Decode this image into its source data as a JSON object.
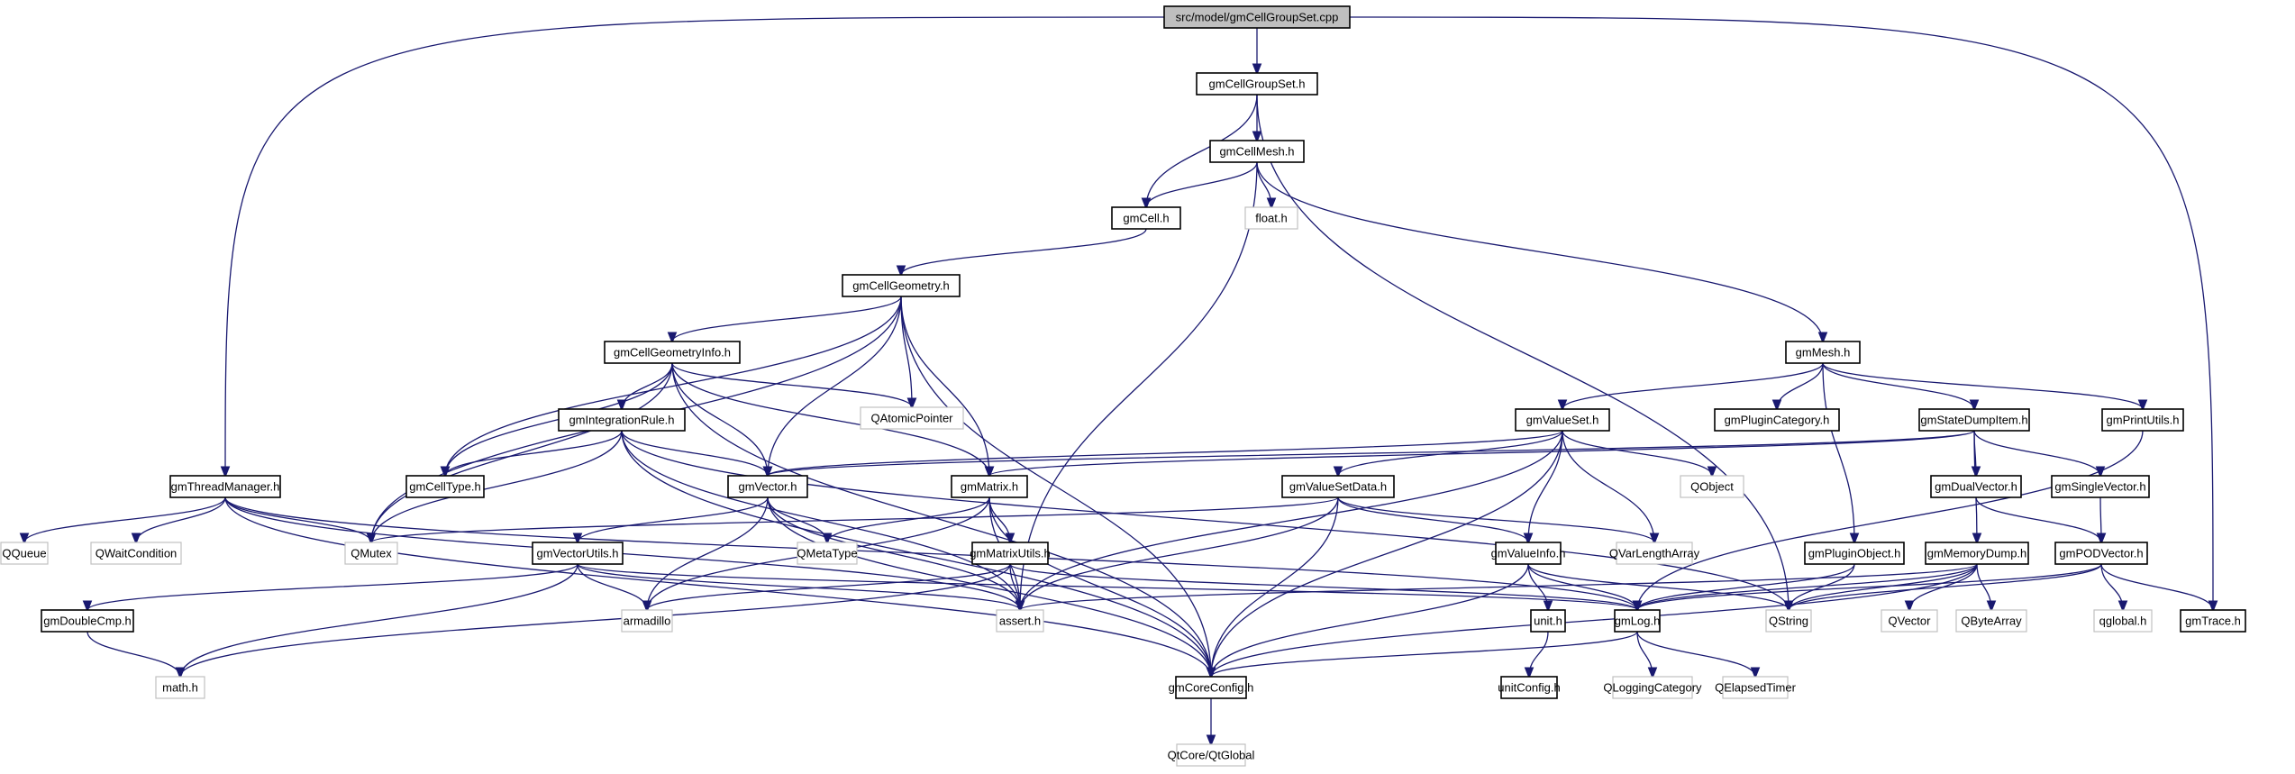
{
  "graph": {
    "title": "src/model/gmCellGroupSet.cpp",
    "colors": {
      "edge": "#191970",
      "root_fill": "#bfbfbf",
      "node_border": "#000000",
      "external_border": "#c0c0c0"
    },
    "nodes": [
      {
        "id": "root",
        "label": "src/model/gmCellGroupSet.cpp",
        "kind": "root"
      },
      {
        "id": "cellgroupset",
        "label": "gmCellGroupSet.h",
        "kind": "internal"
      },
      {
        "id": "cellmesh",
        "label": "gmCellMesh.h",
        "kind": "internal"
      },
      {
        "id": "cell",
        "label": "gmCell.h",
        "kind": "internal"
      },
      {
        "id": "float",
        "label": "float.h",
        "kind": "external"
      },
      {
        "id": "cellgeometry",
        "label": "gmCellGeometry.h",
        "kind": "internal"
      },
      {
        "id": "cellgeometryinfo",
        "label": "gmCellGeometryInfo.h",
        "kind": "internal"
      },
      {
        "id": "qatomicpointer",
        "label": "QAtomicPointer",
        "kind": "external"
      },
      {
        "id": "integrationrule",
        "label": "gmIntegrationRule.h",
        "kind": "internal"
      },
      {
        "id": "mesh",
        "label": "gmMesh.h",
        "kind": "internal"
      },
      {
        "id": "valueset",
        "label": "gmValueSet.h",
        "kind": "internal"
      },
      {
        "id": "plugincategory",
        "label": "gmPluginCategory.h",
        "kind": "internal"
      },
      {
        "id": "statedumpitem",
        "label": "gmStateDumpItem.h",
        "kind": "internal"
      },
      {
        "id": "printutils",
        "label": "gmPrintUtils.h",
        "kind": "internal"
      },
      {
        "id": "threadmanager",
        "label": "gmThreadManager.h",
        "kind": "internal"
      },
      {
        "id": "celltype",
        "label": "gmCellType.h",
        "kind": "internal"
      },
      {
        "id": "vector",
        "label": "gmVector.h",
        "kind": "internal"
      },
      {
        "id": "matrix",
        "label": "gmMatrix.h",
        "kind": "internal"
      },
      {
        "id": "valuesetdata",
        "label": "gmValueSetData.h",
        "kind": "internal"
      },
      {
        "id": "qobject",
        "label": "QObject",
        "kind": "external"
      },
      {
        "id": "dualvector",
        "label": "gmDualVector.h",
        "kind": "internal"
      },
      {
        "id": "singlevector",
        "label": "gmSingleVector.h",
        "kind": "internal"
      },
      {
        "id": "qqueue",
        "label": "QQueue",
        "kind": "external"
      },
      {
        "id": "qwaitcondition",
        "label": "QWaitCondition",
        "kind": "external"
      },
      {
        "id": "qmutex",
        "label": "QMutex",
        "kind": "external"
      },
      {
        "id": "vectorutils",
        "label": "gmVectorUtils.h",
        "kind": "internal"
      },
      {
        "id": "qmetatype",
        "label": "QMetaType",
        "kind": "external"
      },
      {
        "id": "matrixutils",
        "label": "gmMatrixUtils.h",
        "kind": "internal"
      },
      {
        "id": "valueinfo",
        "label": "gmValueInfo.h",
        "kind": "internal"
      },
      {
        "id": "qvarlengtharray",
        "label": "QVarLengthArray",
        "kind": "external"
      },
      {
        "id": "pluginobject",
        "label": "gmPluginObject.h",
        "kind": "internal"
      },
      {
        "id": "memorydump",
        "label": "gmMemoryDump.h",
        "kind": "internal"
      },
      {
        "id": "podvector",
        "label": "gmPODVector.h",
        "kind": "internal"
      },
      {
        "id": "doublecmp",
        "label": "gmDoubleCmp.h",
        "kind": "internal"
      },
      {
        "id": "armadillo",
        "label": "armadillo",
        "kind": "external"
      },
      {
        "id": "assert",
        "label": "assert.h",
        "kind": "external"
      },
      {
        "id": "unit",
        "label": "unit.h",
        "kind": "internal"
      },
      {
        "id": "log",
        "label": "gmLog.h",
        "kind": "internal"
      },
      {
        "id": "qstring",
        "label": "QString",
        "kind": "external"
      },
      {
        "id": "qvector",
        "label": "QVector",
        "kind": "external"
      },
      {
        "id": "qbytearray",
        "label": "QByteArray",
        "kind": "external"
      },
      {
        "id": "qglobal",
        "label": "qglobal.h",
        "kind": "external"
      },
      {
        "id": "trace",
        "label": "gmTrace.h",
        "kind": "internal"
      },
      {
        "id": "math",
        "label": "math.h",
        "kind": "external"
      },
      {
        "id": "coreconfig",
        "label": "gmCoreConfig.h",
        "kind": "internal"
      },
      {
        "id": "unitconfig",
        "label": "unitConfig.h",
        "kind": "internal"
      },
      {
        "id": "qloggingcategory",
        "label": "QLoggingCategory",
        "kind": "external"
      },
      {
        "id": "qelapsedtimer",
        "label": "QElapsedTimer",
        "kind": "external"
      },
      {
        "id": "qtglobal",
        "label": "QtCore/QtGlobal",
        "kind": "external"
      }
    ],
    "edges": [
      [
        "root",
        "cellgroupset"
      ],
      [
        "root",
        "threadmanager"
      ],
      [
        "root",
        "trace"
      ],
      [
        "cellgroupset",
        "cellmesh"
      ],
      [
        "cellgroupset",
        "cell"
      ],
      [
        "cellgroupset",
        "qstring"
      ],
      [
        "cellmesh",
        "cell"
      ],
      [
        "cellmesh",
        "float"
      ],
      [
        "cellmesh",
        "assert"
      ],
      [
        "cellmesh",
        "mesh"
      ],
      [
        "cell",
        "cellgeometry"
      ],
      [
        "cellgeometry",
        "cellgeometryinfo"
      ],
      [
        "cellgeometry",
        "qatomicpointer"
      ],
      [
        "cellgeometry",
        "celltype"
      ],
      [
        "cellgeometry",
        "qmutex"
      ],
      [
        "cellgeometry",
        "vector"
      ],
      [
        "cellgeometry",
        "matrix"
      ],
      [
        "cellgeometry",
        "coreconfig"
      ],
      [
        "cellgeometryinfo",
        "integrationrule"
      ],
      [
        "cellgeometryinfo",
        "qatomicpointer"
      ],
      [
        "cellgeometryinfo",
        "celltype"
      ],
      [
        "cellgeometryinfo",
        "vector"
      ],
      [
        "cellgeometryinfo",
        "matrix"
      ],
      [
        "cellgeometryinfo",
        "qmutex"
      ],
      [
        "cellgeometryinfo",
        "coreconfig"
      ],
      [
        "integrationrule",
        "celltype"
      ],
      [
        "integrationrule",
        "vector"
      ],
      [
        "integrationrule",
        "qmutex"
      ],
      [
        "integrationrule",
        "assert"
      ],
      [
        "integrationrule",
        "qstring"
      ],
      [
        "integrationrule",
        "coreconfig"
      ],
      [
        "mesh",
        "valueset"
      ],
      [
        "mesh",
        "plugincategory"
      ],
      [
        "mesh",
        "statedumpitem"
      ],
      [
        "mesh",
        "printutils"
      ],
      [
        "mesh",
        "pluginobject"
      ],
      [
        "valueset",
        "valuesetdata"
      ],
      [
        "valueset",
        "qobject"
      ],
      [
        "valueset",
        "valueinfo"
      ],
      [
        "valueset",
        "qvarlengtharray"
      ],
      [
        "valueset",
        "vector"
      ],
      [
        "valueset",
        "assert"
      ],
      [
        "valueset",
        "coreconfig"
      ],
      [
        "statedumpitem",
        "dualvector"
      ],
      [
        "statedumpitem",
        "singlevector"
      ],
      [
        "statedumpitem",
        "memorydump"
      ],
      [
        "statedumpitem",
        "vector"
      ],
      [
        "statedumpitem",
        "matrix"
      ],
      [
        "printutils",
        "log"
      ],
      [
        "threadmanager",
        "qqueue"
      ],
      [
        "threadmanager",
        "qwaitcondition"
      ],
      [
        "threadmanager",
        "qmutex"
      ],
      [
        "threadmanager",
        "log"
      ],
      [
        "threadmanager",
        "assert"
      ],
      [
        "threadmanager",
        "coreconfig"
      ],
      [
        "vector",
        "vectorutils"
      ],
      [
        "vector",
        "qmetatype"
      ],
      [
        "vector",
        "assert"
      ],
      [
        "vector",
        "armadillo"
      ],
      [
        "vector",
        "coreconfig"
      ],
      [
        "matrix",
        "matrixutils"
      ],
      [
        "matrix",
        "qmetatype"
      ],
      [
        "matrix",
        "assert"
      ],
      [
        "matrix",
        "armadillo"
      ],
      [
        "matrix",
        "coreconfig"
      ],
      [
        "valuesetdata",
        "valueinfo"
      ],
      [
        "valuesetdata",
        "qvarlengtharray"
      ],
      [
        "valuesetdata",
        "qmutex"
      ],
      [
        "valuesetdata",
        "assert"
      ],
      [
        "valuesetdata",
        "coreconfig"
      ],
      [
        "dualvector",
        "podvector"
      ],
      [
        "singlevector",
        "podvector"
      ],
      [
        "vectorutils",
        "doublecmp"
      ],
      [
        "vectorutils",
        "armadillo"
      ],
      [
        "vectorutils",
        "assert"
      ],
      [
        "vectorutils",
        "math"
      ],
      [
        "vectorutils",
        "log"
      ],
      [
        "matrixutils",
        "armadillo"
      ],
      [
        "matrixutils",
        "assert"
      ],
      [
        "matrixutils",
        "math"
      ],
      [
        "matrixutils",
        "log"
      ],
      [
        "valueinfo",
        "unit"
      ],
      [
        "valueinfo",
        "log"
      ],
      [
        "valueinfo",
        "qstring"
      ],
      [
        "valueinfo",
        "coreconfig"
      ],
      [
        "pluginobject",
        "qstring"
      ],
      [
        "pluginobject",
        "log"
      ],
      [
        "memorydump",
        "qstring"
      ],
      [
        "memorydump",
        "log"
      ],
      [
        "memorydump",
        "qvector"
      ],
      [
        "memorydump",
        "qbytearray"
      ],
      [
        "memorydump",
        "assert"
      ],
      [
        "memorydump",
        "coreconfig"
      ],
      [
        "podvector",
        "qglobal"
      ],
      [
        "podvector",
        "trace"
      ],
      [
        "podvector",
        "log"
      ],
      [
        "podvector",
        "qstring"
      ],
      [
        "doublecmp",
        "math"
      ],
      [
        "unit",
        "unitconfig"
      ],
      [
        "log",
        "coreconfig"
      ],
      [
        "log",
        "qloggingcategory"
      ],
      [
        "log",
        "qelapsedtimer"
      ],
      [
        "coreconfig",
        "qtglobal"
      ]
    ]
  }
}
